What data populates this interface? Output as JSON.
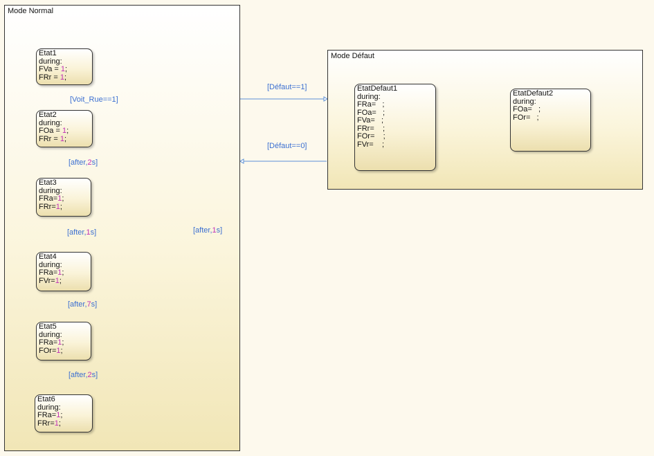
{
  "colors": {
    "transition": "#5b8fd6",
    "numeric": "#c02fb6",
    "label": "#3b6fd1"
  },
  "mode_normal": {
    "title": "Mode Normal",
    "states": [
      {
        "name": "Etat1",
        "during": "during:",
        "actions": [
          {
            "lhs": "FVa = ",
            "val": "1",
            "end": ";"
          },
          {
            "lhs": "FRr = ",
            "val": "1",
            "end": ";"
          }
        ]
      },
      {
        "name": "Etat2",
        "during": "during:",
        "actions": [
          {
            "lhs": "FOa = ",
            "val": "1",
            "end": ";"
          },
          {
            "lhs": "FRr = ",
            "val": "1",
            "end": ";"
          }
        ]
      },
      {
        "name": "Etat3",
        "during": "during:",
        "actions": [
          {
            "lhs": "FRa=",
            "val": "1",
            "end": ";"
          },
          {
            "lhs": "FRr=",
            "val": "1",
            "end": ";"
          }
        ]
      },
      {
        "name": "Etat4",
        "during": "during:",
        "actions": [
          {
            "lhs": "FRa=",
            "val": "1",
            "end": ";"
          },
          {
            "lhs": "FVr=",
            "val": "1",
            "end": ";"
          }
        ]
      },
      {
        "name": "Etat5",
        "during": "during:",
        "actions": [
          {
            "lhs": "FRa=",
            "val": "1",
            "end": ";"
          },
          {
            "lhs": "FOr=",
            "val": "1",
            "end": ";"
          }
        ]
      },
      {
        "name": "Etat6",
        "during": "during:",
        "actions": [
          {
            "lhs": "FRa=",
            "val": "1",
            "end": ";"
          },
          {
            "lhs": "FRr=",
            "val": "1",
            "end": ";"
          }
        ]
      }
    ],
    "transitions": {
      "t12": "[Voit_Rue==1]",
      "t23": {
        "pre": "[after,",
        "num": "2",
        "post": "s]"
      },
      "t34": {
        "pre": "[after,",
        "num": "1",
        "post": "s]"
      },
      "t45": {
        "pre": "[after,",
        "num": "7",
        "post": "s]"
      },
      "t56": {
        "pre": "[after,",
        "num": "2",
        "post": "s]"
      },
      "t61": {
        "pre": "[after,",
        "num": "1",
        "post": "s]"
      }
    }
  },
  "mode_defaut": {
    "title": "Mode Défaut",
    "states": [
      {
        "name": "EtatDefaut1",
        "during": "during:",
        "actions": [
          {
            "lhs": "FRa=",
            "val": "",
            "end": "   ;"
          },
          {
            "lhs": "FOa=",
            "val": "",
            "end": "   ;"
          },
          {
            "lhs": "FVa=",
            "val": "",
            "end": "   ;"
          },
          {
            "lhs": "FRr=",
            "val": "",
            "end": "    ;"
          },
          {
            "lhs": "FOr=",
            "val": "",
            "end": "    ;"
          },
          {
            "lhs": "FVr=",
            "val": "",
            "end": "    ;"
          }
        ]
      },
      {
        "name": "EtatDefaut2",
        "during": "during:",
        "actions": [
          {
            "lhs": "FOa=",
            "val": "",
            "end": "   ;"
          },
          {
            "lhs": "FOr=",
            "val": "",
            "end": "   ;"
          }
        ]
      }
    ]
  },
  "transitions_between": {
    "to_defaut": "[Défaut==1]",
    "to_normal": "[Défaut==0]"
  }
}
